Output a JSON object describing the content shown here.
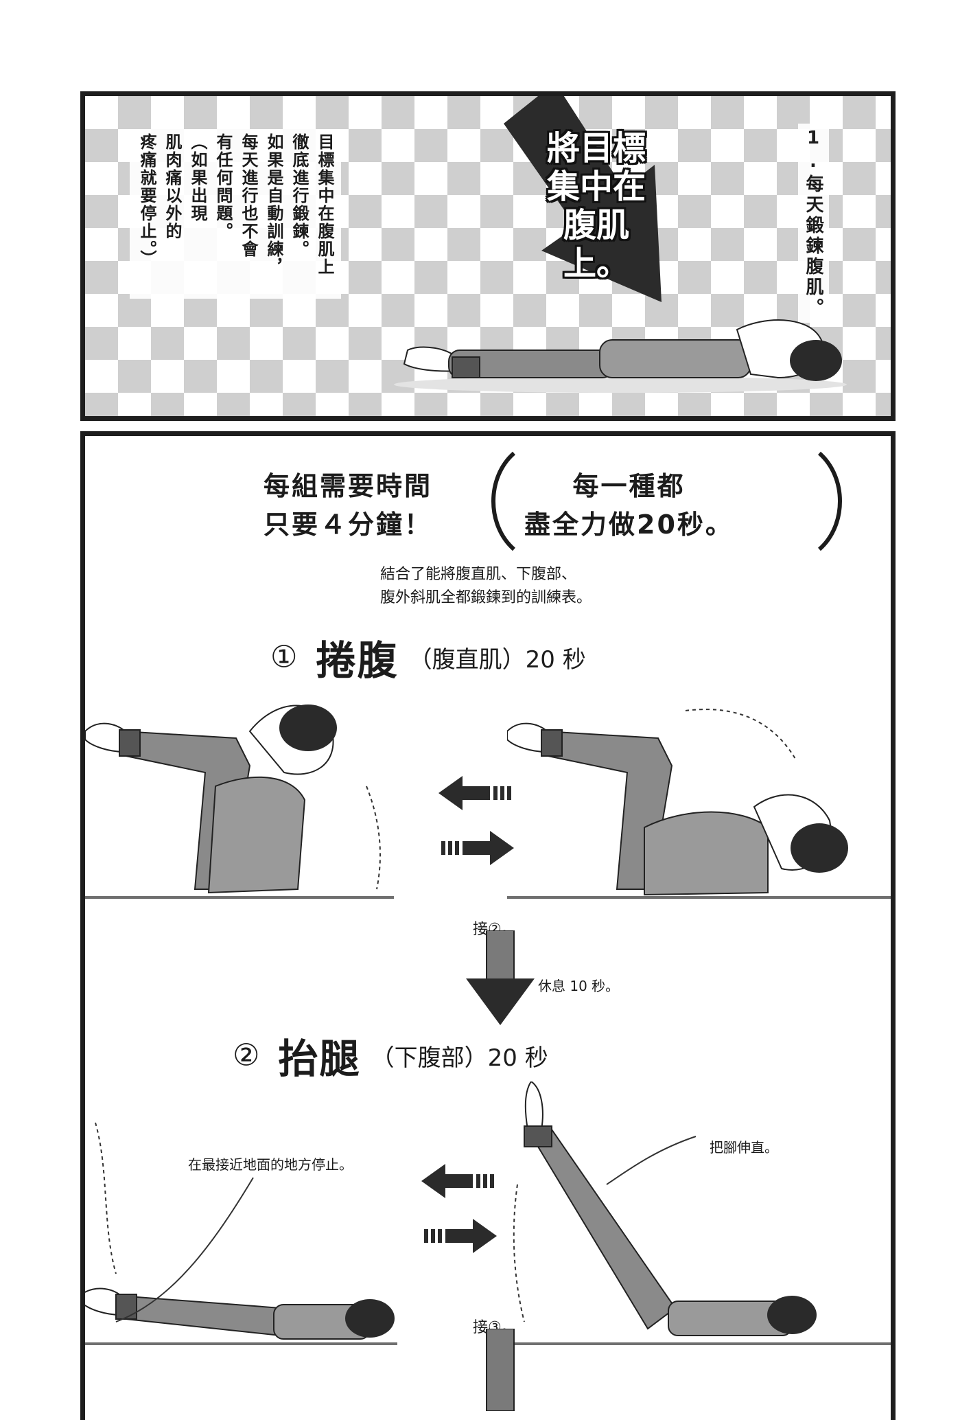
{
  "panel1": {
    "title_vertical": "1.每天鍛鍊腹肌。",
    "note_lines": [
      "目標集中在腹肌上",
      "徹底進行鍛鍊。",
      "如果是自動訓練，",
      "每天進行也不會",
      "有任何問題。",
      "（如果出現",
      "肌肉痛以外的",
      "疼痛就要停止。）"
    ],
    "callout_lines": [
      "將目標",
      "集中在",
      "腹肌上。"
    ]
  },
  "panel2": {
    "header_left_lines": [
      "每組需要時間",
      "只要４分鐘！"
    ],
    "header_right_lines": [
      "每一種都",
      "盡全力做20秒。"
    ],
    "desc_lines": [
      "結合了能將腹直肌、下腹部、",
      "腹外斜肌全都鍛鍊到的訓練表。"
    ],
    "exercise1": {
      "num": "①",
      "name": "捲腹",
      "detail": "（腹直肌）20 秒"
    },
    "next1": "接②。",
    "rest": "休息 10 秒。",
    "exercise2": {
      "num": "②",
      "name": "抬腿",
      "detail": "（下腹部）20 秒"
    },
    "hint_left": "在最接近地面的地方停止。",
    "hint_right": "把腳伸直。",
    "next2": "接③。"
  },
  "colors": {
    "ink": "#1c1c1c",
    "checker": "#cfcfcf",
    "tone": "#8a8a8a",
    "arrow": "#2b2b2b"
  }
}
